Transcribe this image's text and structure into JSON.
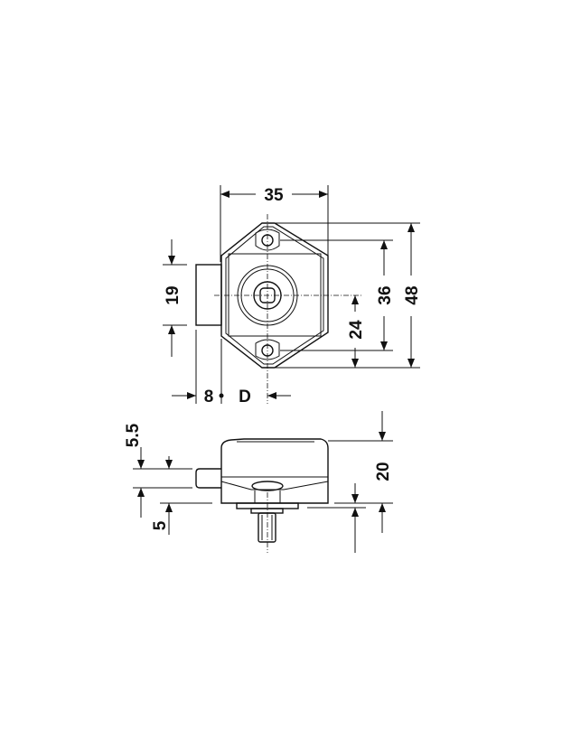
{
  "top_view": {
    "width_label": "35",
    "bolt_height_label": "19",
    "hole_spacing_label": "36",
    "height_label": "48",
    "center_offset_label": "24",
    "bolt_length_label": "8",
    "depth_label": "D"
  },
  "side_view": {
    "bolt_offset_label": "5.5",
    "bolt_bottom_label": "5",
    "body_height_label": "20",
    "plate_label": "5"
  }
}
